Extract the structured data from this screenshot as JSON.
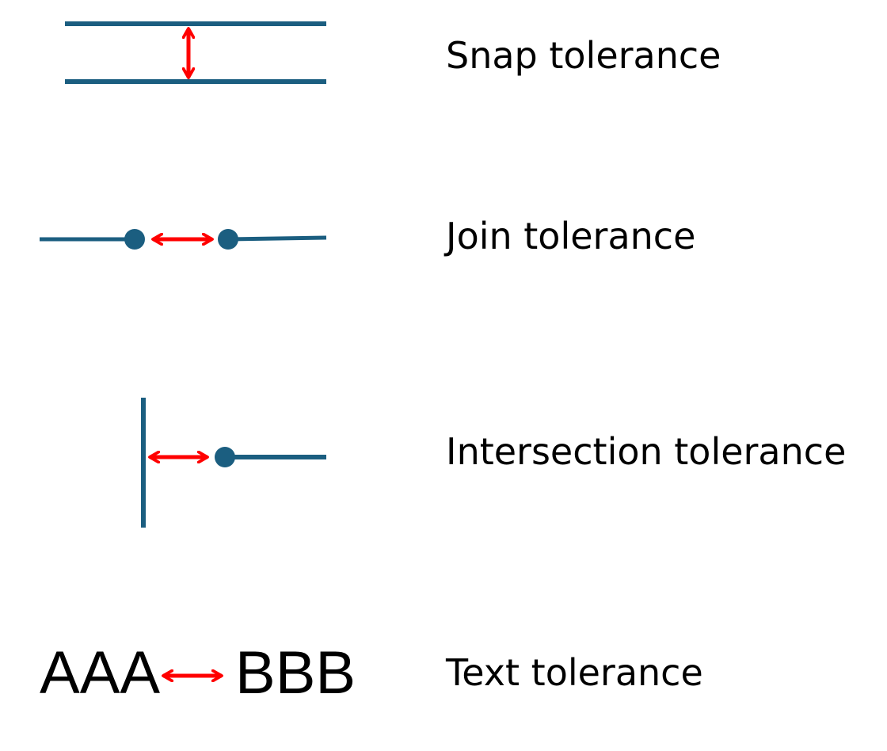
{
  "labels": {
    "snap": "Snap tolerance",
    "join": "Join tolerance",
    "intersection": "Intersection tolerance",
    "text": "Text tolerance"
  },
  "text_example": {
    "left": "AAA",
    "right": "BBB"
  },
  "colors": {
    "line": "#1b5e80",
    "arrow": "#ff0000",
    "text": "#000000",
    "background": "#ffffff"
  }
}
